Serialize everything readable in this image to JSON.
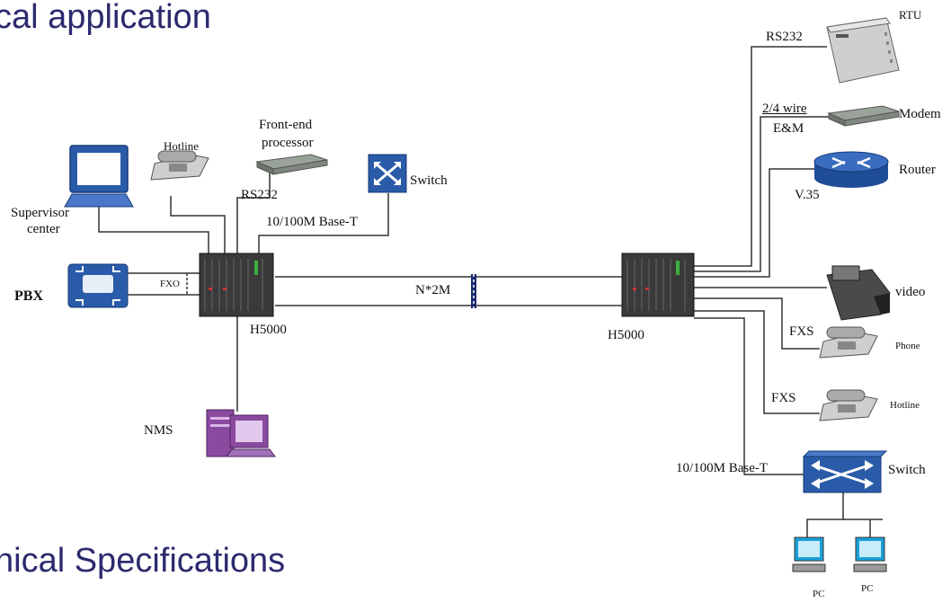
{
  "headings": {
    "top": "cal application",
    "bottom": "nical Specifications"
  },
  "labels": {
    "hotline_left": "Hotline",
    "front_end_line1": "Front-end",
    "front_end_line2": "processor",
    "rs232_left": "RS232",
    "switch_top": "Switch",
    "supervisor_line1": "Supervisor",
    "supervisor_line2": "center",
    "base_t_left": "10/100M Base-T",
    "pbx": "PBX",
    "fxo": "FXO",
    "n2m": "N*2M",
    "h5000_left": "H5000",
    "h5000_right": "H5000",
    "nms": "NMS",
    "rtu": "RTU",
    "rs232_right": "RS232",
    "wire": "2/4 wire",
    "em": "E&M",
    "modem": "Modem",
    "router": "Router",
    "v35": "V.35",
    "video": "video",
    "fxs_phone": "FXS",
    "phone": "Phone",
    "fxs_hotline": "FXS",
    "hotline_right": "Hotline",
    "base_t_right": "10/100M Base-T",
    "switch_right": "Switch",
    "pc1": "PC",
    "pc2": "PC"
  },
  "colors": {
    "heading": "#2c2a6e",
    "line": "#333333",
    "blue_device": "#2a5ba8",
    "purple_device": "#8a4aa0",
    "grey_device": "#555555"
  }
}
